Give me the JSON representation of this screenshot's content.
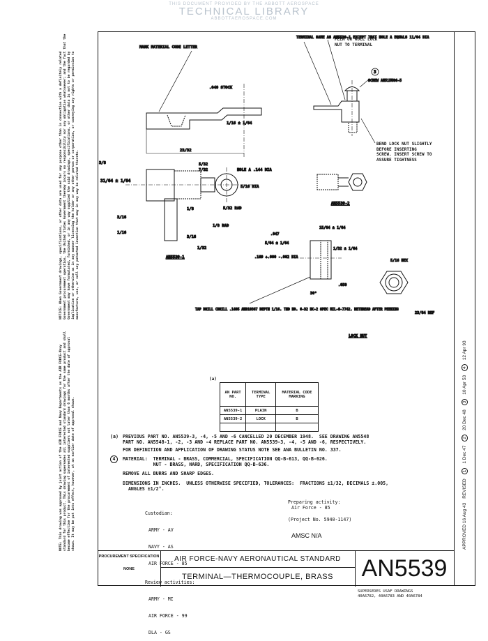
{
  "watermark": {
    "line1": "THIS DOCUMENT PROVIDED BY THE ABBOTT AEROSPACE",
    "line2": "TECHNICAL LIBRARY",
    "line3": "ABBOTTAEROSPACE.COM"
  },
  "side_notices": {
    "notice": "NOTICE: When Government drawings, specifications, or other data are used for any purpose other than in connection with a definitely related Government procurement operation, the United States Government thereby incurs no responsibility nor any obligation whatsoever; and the fact that the Government may have formulated, furnished, or in any way supplied the said drawings, specifications, or other data is not to be regarded by implication or otherwise as in any manner licensing the holder or any other person or corporation, or conveying any rights or permission to manufacture, use, or sell any patented invention that may in any way be related thereto.",
    "approval_note": "NOTE: This drawing was approved by joint action of the AIR FORCE and Navy Departments as the AIR FORCE-Navy standard for this product. This drawing supersedes all interested standard drawings for the same product and shall become effective for the procurement of interested suppliers not later than 6 months after the date of approval shown. It may be put into effect, however, at an earlier date of approval shown."
  },
  "drawing": {
    "an5539_1": {
      "mark_note": "MARK MATERIAL CODE LETTER",
      "stock": ".040 STOCK",
      "dims": [
        "1/16 ± 1/64",
        "5/32",
        "23/32",
        "3/8",
        "7/32",
        "31/64 ± 1/64",
        "5/16 DIA",
        "5/32 RAD",
        "1/8 RAD",
        "3/16",
        "1/8",
        "1/16",
        "3/16",
        "1/32"
      ],
      "hole_note": "HOLE A .144 DIA",
      "caption": "AN5539-1"
    },
    "an5539_2": {
      "same_note": "TERMINAL SAME AS AN5539-1 EXCEPT THAT HOLE A EQUALS 11/64 DIA",
      "peen_note": "PEEN OR ROLL LOCK NUT TO TERMINAL",
      "callout": "3",
      "screw": "SCREW AN515U86-5",
      "bend_note": "BEND LOCK NUT SLIGHTLY BEFORE INSERTING SCREW. INSERT SCREW TO ASSURE TIGHTNESS",
      "caption": "AN5539-2"
    },
    "lock_nut": {
      "dims": [
        "15/64 ± 1/64",
        ".047",
        "5/64 ± 1/64",
        "1/32 ± 1/64",
        ".169 +.000 -.002 DIA",
        ".050",
        "30°",
        "5/16 HEX",
        "23/64 REF"
      ],
      "tap_note": "TAP DRILL CDRILL .1405 AND10387 DEPTH 1/16. THD NO. 6-32 NC-2 SPEC MIL-S-7742. RETHREAD AFTER PEENING",
      "caption": "LOCK NUT"
    }
  },
  "parts_table": {
    "marker": "(a)",
    "headers": [
      "AN PART NO.",
      "TERMINAL TYPE",
      "MATERIAL CODE MARKING"
    ],
    "rows": [
      [
        "AN5539-1",
        "PLAIN",
        "B"
      ],
      [
        "AN5539-2",
        "LOCK",
        "B"
      ],
      [
        "",
        "",
        ""
      ]
    ]
  },
  "notes": {
    "a_marker": "(a)",
    "a_line1": "PREVIOUS PART NO. AN5539-3, -4, -5 AND -6 CANCELLED 20 DECEMBER 1948.  SEE DRAWING AN5548",
    "a_line2": "PART NO. AN5548-1, -2, -3 AND -4 REPLACE PART NO. AN5539-3, -4, -5 AND -6, RESPECTIVELY.",
    "definition": "FOR DEFINITION AND APPLICATION OF DRAWING STATUS NOTE SEE ANA BULLETIN NO. 337.",
    "material_marker": "4",
    "material_line1": "MATERIAL:  TERMINAL - BRASS, COMMERCIAL, SPECIFICATION QQ-B-613, QQ-B-626.",
    "material_line2": "           NUT - BRASS, HARD, SPECIFICATION QQ-B-636.",
    "burrs": "REMOVE ALL BURRS AND SHARP EDGES.",
    "dims_line1": "DIMENSIONS IN INCHES.  UNLESS OTHERWISE SPECIFIED, TOLERANCES:  FRACTIONS ±1/32, DECIMALS ±.005,",
    "dims_line2": "  ANGLES ±1/2°."
  },
  "activities": {
    "custodian_label": "Custodian:",
    "custodians": [
      "ARMY - AV",
      "NAVY - AS",
      "AIR FORCE - 85"
    ],
    "review_label": "Review activities:",
    "reviewers": [
      "ARMY - MI",
      "AIR FORCE - 99",
      "DLA - GS"
    ],
    "preparing_label": "Preparing activity:",
    "preparing": "Air Force - 85",
    "project": "(Project No. 5940-1147)",
    "amsc": "AMSC N/A"
  },
  "title_block": {
    "procurement_label": "PROCUREMENT SPECIFICATION",
    "procurement_value": "NONE",
    "standard": "AIR FORCE-NAVY AERONAUTICAL STANDARD",
    "title": "TERMINAL—THERMOCOUPLE, BRASS",
    "number": "AN5539",
    "supersedes_line1": "SUPERSEDES USAF DRAWINGS",
    "supersedes_line2": "40A6782, 40A6783 AND 40A6784"
  },
  "revision_strip": {
    "approved": "APPROVED 16 Aug 43",
    "revised": "REVISED",
    "revisions": [
      {
        "num": "1",
        "date": "1 Dec 47"
      },
      {
        "num": "2",
        "date": "20 Dec 48"
      },
      {
        "num": "3",
        "date": "10 Apr 53"
      },
      {
        "num": "4",
        "date": "12 Apr 93"
      }
    ]
  }
}
